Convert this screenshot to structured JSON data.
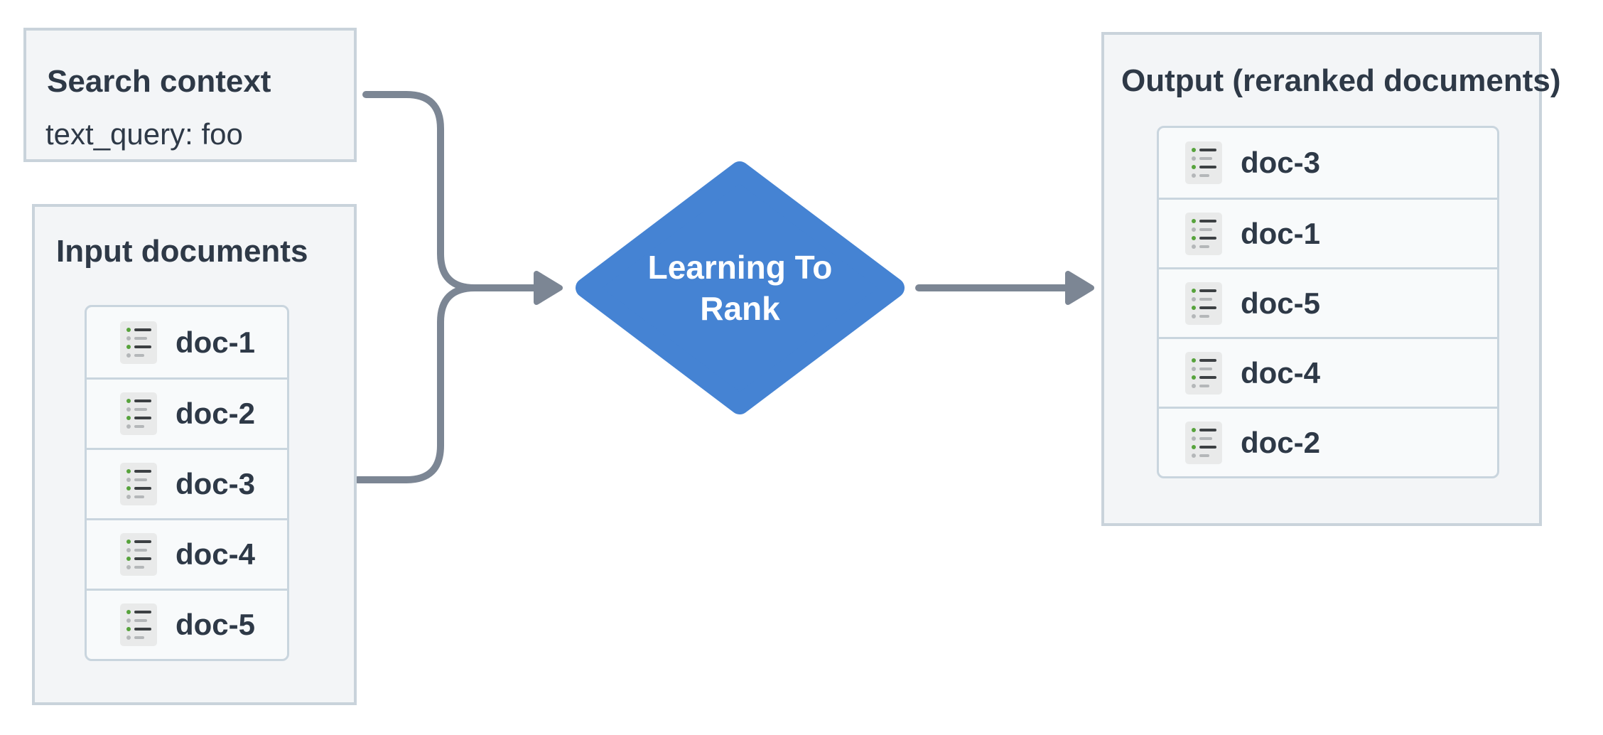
{
  "diagram": {
    "search_context": {
      "title": "Search context",
      "query": "text_query: foo"
    },
    "input_documents": {
      "title": "Input documents",
      "docs": [
        "doc-1",
        "doc-2",
        "doc-3",
        "doc-4",
        "doc-5"
      ]
    },
    "process": {
      "line1": "Learning To",
      "line2": "Rank"
    },
    "output": {
      "title": "Output (reranked documents)",
      "docs": [
        "doc-3",
        "doc-1",
        "doc-5",
        "doc-4",
        "doc-2"
      ]
    },
    "colors": {
      "diamond_blue": "#4583d3",
      "arrow_gray": "#7c8694",
      "box_border": "#c9d3db",
      "box_background": "#f3f5f7",
      "text_ink": "#2e3947",
      "icon_green": "#57a33c"
    }
  }
}
